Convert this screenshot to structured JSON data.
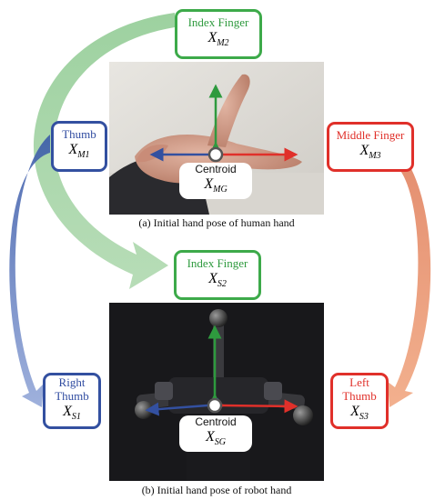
{
  "top_index": {
    "label": "Index Finger",
    "sym": "X",
    "sub": "M2"
  },
  "top_thumb": {
    "label": "Thumb",
    "sym": "X",
    "sub": "M1"
  },
  "top_middle": {
    "label": "Middle Finger",
    "sym": "X",
    "sub": "M3"
  },
  "top_centroid": {
    "label": "Centroid",
    "sym": "X",
    "sub": "MG"
  },
  "top_caption": "(a) Initial hand pose of human hand",
  "bot_index": {
    "label": "Index Finger",
    "sym": "X",
    "sub": "S2"
  },
  "bot_right": {
    "label1": "Right",
    "label2": "Thumb",
    "sym": "X",
    "sub": "S1"
  },
  "bot_left": {
    "label1": "Left",
    "label2": "Thumb",
    "sym": "X",
    "sub": "S3"
  },
  "bot_centroid": {
    "label": "Centroid",
    "sym": "X",
    "sub": "SG"
  },
  "bot_caption": "(b) Initial hand pose of robot hand",
  "colors": {
    "green": "#3daa4a",
    "blue": "#3350a0",
    "red": "#e0302a"
  }
}
